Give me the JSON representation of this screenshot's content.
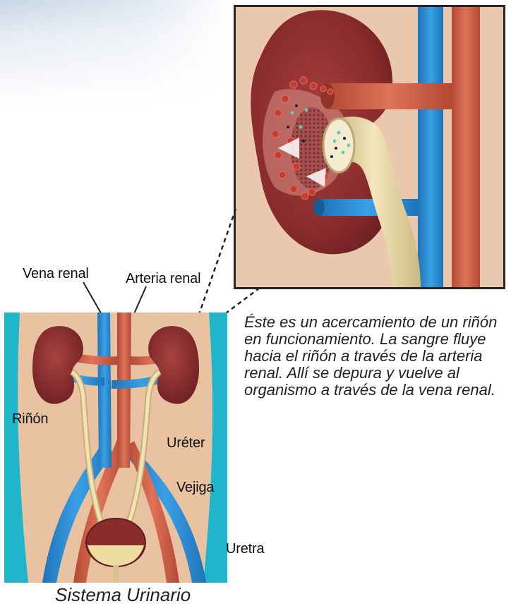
{
  "labels": {
    "vena_renal": "Vena renal",
    "arteria_renal": "Arteria renal",
    "rinon": "Riñón",
    "ureter": "Uréter",
    "vejiga": "Vejiga",
    "uretra": "Uretra"
  },
  "description": "Éste es un acercamiento de un riñón en funcionamiento. La sangre fluye hacia el riñón a través de la arteria renal. Allí se depura y vuelve al organismo a través de la vena renal.",
  "caption": "Sistema Urinario",
  "colors": {
    "vein": "#2a8fd8",
    "artery": "#cc5a45",
    "kidney": "#8a2b2c",
    "ureter": "#ecd9a2",
    "skin": "#e9c2a2",
    "bladder_urine": "#eedca0",
    "edge_cyan": "#1fb6cc"
  }
}
